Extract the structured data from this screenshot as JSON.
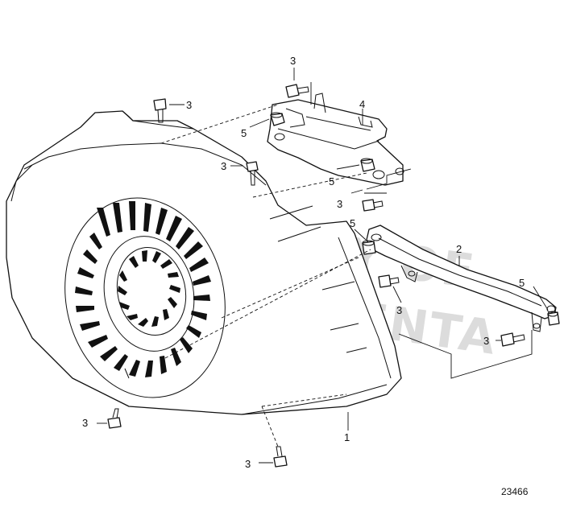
{
  "watermark": {
    "line1": "PROPERTY OF",
    "line2": "VOLVO PENTA"
  },
  "figure_number": "23466",
  "callouts": {
    "c1": "1",
    "c2": "2",
    "c3_top": "3",
    "c3_screw_left": "3",
    "c3_small_bolt": "3",
    "c3_flange_screw": "3",
    "c3_lower_bracket": "3",
    "c3_bracket_end": "3",
    "c3_bottom_left": "3",
    "c3_bottom": "3",
    "c3_top_small": "3",
    "c4": "4",
    "c5_a": "5",
    "c5_b": "5",
    "c5_c": "5",
    "c5_d": "5"
  }
}
